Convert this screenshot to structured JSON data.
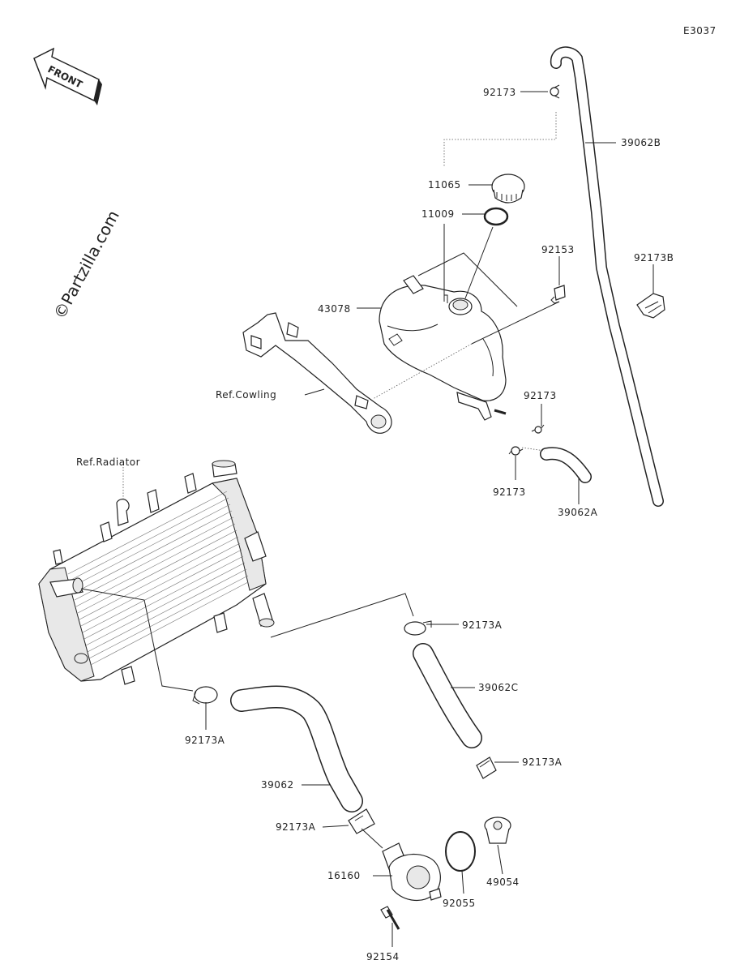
{
  "diagram_code": "E3037",
  "front_label": "FRONT",
  "watermark": "©Partzilla.com",
  "labels": {
    "p92173_top": "92173",
    "p39062B": "39062B",
    "p11065": "11065",
    "p11009": "11009",
    "p92153": "92153",
    "p92173B": "92173B",
    "p43078": "43078",
    "ref_cowling": "Ref.Cowling",
    "p92173_mid": "92173",
    "p92173_low": "92173",
    "p39062A": "39062A",
    "ref_radiator": "Ref.Radiator",
    "p92173A_1": "92173A",
    "p39062C": "39062C",
    "p92173A_2": "92173A",
    "p92173A_3": "92173A",
    "p39062": "39062",
    "p92173A_4": "92173A",
    "p16160": "16160",
    "p92055": "92055",
    "p49054": "49054",
    "p92154": "92154"
  }
}
